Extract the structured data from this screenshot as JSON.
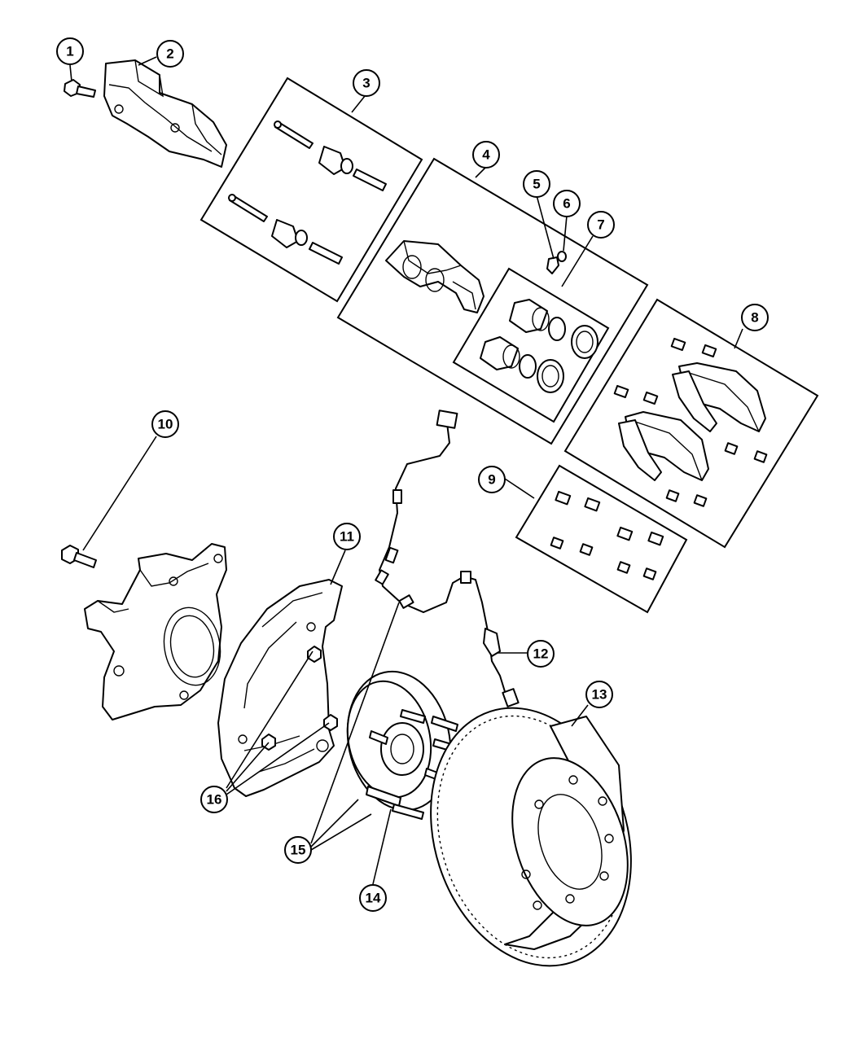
{
  "diagram": {
    "type": "exploded-parts-diagram",
    "callouts": [
      {
        "id": "1",
        "label": "1"
      },
      {
        "id": "2",
        "label": "2"
      },
      {
        "id": "3",
        "label": "3"
      },
      {
        "id": "4",
        "label": "4"
      },
      {
        "id": "5",
        "label": "5"
      },
      {
        "id": "6",
        "label": "6"
      },
      {
        "id": "7",
        "label": "7"
      },
      {
        "id": "8",
        "label": "8"
      },
      {
        "id": "9",
        "label": "9"
      },
      {
        "id": "10",
        "label": "10"
      },
      {
        "id": "11",
        "label": "11"
      },
      {
        "id": "12",
        "label": "12"
      },
      {
        "id": "13",
        "label": "13"
      },
      {
        "id": "14",
        "label": "14"
      },
      {
        "id": "15",
        "label": "15"
      },
      {
        "id": "16",
        "label": "16"
      }
    ],
    "parts": [
      {
        "callout": "1",
        "icon": "bolt-icon"
      },
      {
        "callout": "2",
        "icon": "caliper-adapter-icon"
      },
      {
        "callout": "3",
        "icon": "guide-pin-kit-icon"
      },
      {
        "callout": "4",
        "icon": "caliper-icon"
      },
      {
        "callout": "5",
        "icon": "bleeder-screw-icon"
      },
      {
        "callout": "6",
        "icon": "bleeder-cap-icon"
      },
      {
        "callout": "7",
        "icon": "piston-seal-kit-icon"
      },
      {
        "callout": "8",
        "icon": "brake-pad-set-icon"
      },
      {
        "callout": "9",
        "icon": "pad-clip-kit-icon"
      },
      {
        "callout": "10",
        "icon": "bolt-icon"
      },
      {
        "callout": "11",
        "icon": "splash-shield-icon"
      },
      {
        "callout": "12",
        "icon": "wheel-speed-sensor-icon"
      },
      {
        "callout": "13",
        "icon": "brake-rotor-icon"
      },
      {
        "callout": "14",
        "icon": "hub-bearing-icon"
      },
      {
        "callout": "15",
        "icon": "sensor-wire-icon"
      },
      {
        "callout": "16",
        "icon": "shield-bolt-icon"
      }
    ]
  }
}
